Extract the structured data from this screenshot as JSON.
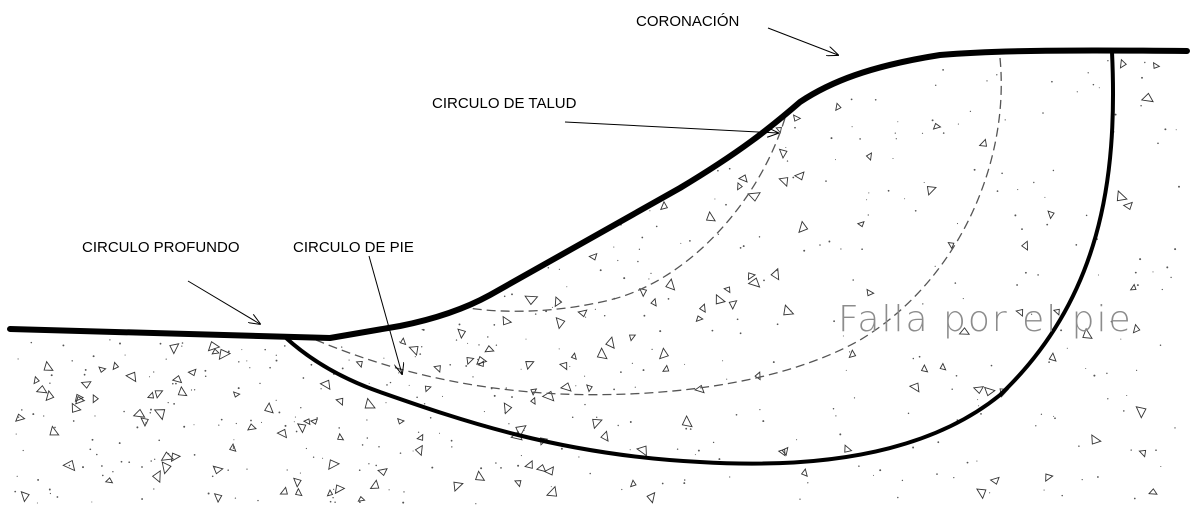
{
  "labels": {
    "coronacion": "CORONACIÓN",
    "circulo_talud": "CIRCULO DE TALUD",
    "circulo_profundo": "CIRCULO PROFUNDO",
    "circulo_pie": "CIRCULO DE PIE",
    "falla": "Falla por el pie"
  },
  "colors": {
    "line": "#000000",
    "dashed": "#555555",
    "annotation": "#8c8c8c",
    "soil_marks": "#333333"
  }
}
